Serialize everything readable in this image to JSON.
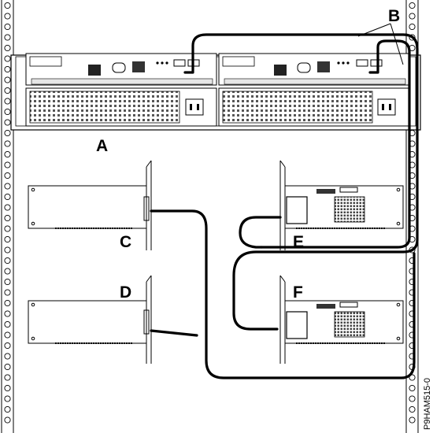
{
  "figure": {
    "callouts": {
      "a": "A",
      "b": "B",
      "c": "C",
      "d": "D",
      "e": "E",
      "f": "F"
    },
    "figure_id": "P9HAM515-0",
    "components": {
      "enclosure": "storage-enclosure",
      "adapters": [
        "adapter-c",
        "adapter-d",
        "adapter-e",
        "adapter-f"
      ],
      "cables": [
        "sas-cable-b-outer",
        "sas-cable-b-inner",
        "cable-c-to-e",
        "cable-d-to-f"
      ]
    }
  }
}
